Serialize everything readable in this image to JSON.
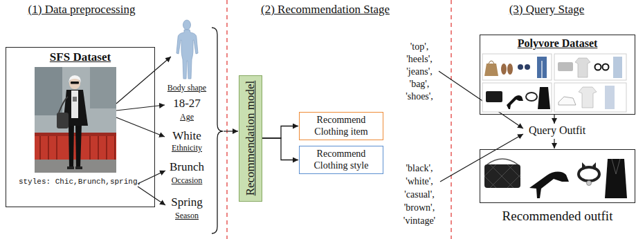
{
  "diagram": {
    "nodes": [
      {
        "text": [
          "SFS Dataset",
          "styles: Chic,Brunch,spring,"
        ]
      },
      {
        "text": [
          "Recommendation model"
        ]
      },
      {
        "text": [
          "Recommend Clothing item"
        ]
      },
      {
        "text": [
          "Recommend Clothing style"
        ]
      },
      {
        "text": [
          "Polyvore Dataset"
        ]
      },
      {
        "text": [
          "Recommended outfit"
        ]
      }
    ],
    "edges": [
      {
        "from": 1,
        "to": 2,
        "arrow": "to"
      },
      {
        "from": 1,
        "to": 3,
        "arrow": "to"
      }
    ],
    "labels": [
      "(1) Data preprocessing",
      "(2) Recommendation Stage",
      "(3) Query Stage",
      "Body shape",
      "18-27",
      "Age",
      "White",
      "Ethnicity",
      "Brunch",
      "Occasion",
      "Spring",
      "Season",
      "'top',",
      "'heels',",
      "'jeans',",
      "'bag',",
      "'shoes',",
      "'black',",
      "'white',",
      "'casual',",
      "'brown',",
      "'vintage'",
      "Query Outfit"
    ]
  }
}
